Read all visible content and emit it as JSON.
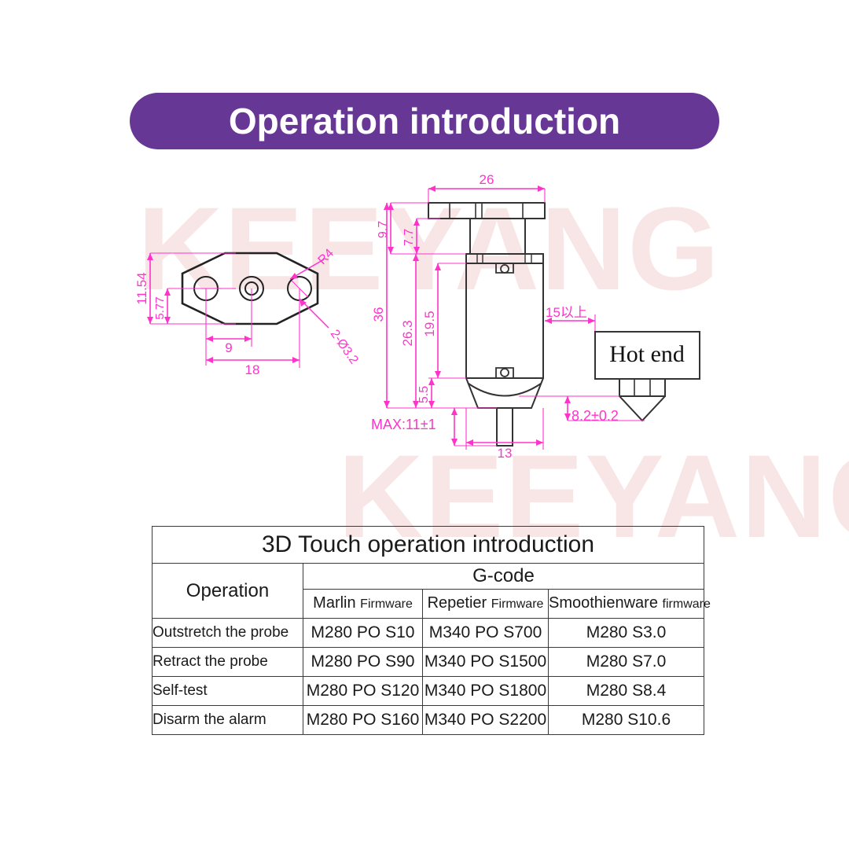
{
  "banner": {
    "title": "Operation introduction",
    "bg_color": "#663795",
    "text_color": "#ffffff"
  },
  "watermark": {
    "text_top": "KEEYANG",
    "text_bottom": "KEEYANG",
    "color": "#f6dede"
  },
  "drawings": {
    "plate": {
      "name": "mounting-plate-drawing",
      "dimensions": {
        "height_overall": "11.54",
        "height_hole": "5.77",
        "hole_spacing": "9",
        "width_holes": "18",
        "corner_radius": "R4",
        "hole_spec": "2-Ø3.2"
      }
    },
    "probe": {
      "name": "3d-touch-probe-drawing",
      "dimensions": {
        "top_width": "26",
        "top_to_body": "9.7",
        "stem_height": "7.7",
        "total_height": "36",
        "body_height": "26.3",
        "body_inner": "19.5",
        "cone_height": "5.5",
        "body_width": "13",
        "pin_stroke": "MAX:11±1",
        "clearance": "15以上"
      }
    },
    "hotend": {
      "name": "hot-end-block",
      "label": "Hot end",
      "nozzle_dim": "8.2±0.2"
    },
    "line_color": "#ff33cc",
    "outline_color": "#333333"
  },
  "table": {
    "title": "3D Touch operation introduction",
    "header": {
      "operation": "Operation",
      "gcode": "G-code",
      "firmwares": [
        {
          "main": "Marlin",
          "suffix": "Firmware"
        },
        {
          "main": "Repetier",
          "suffix": "Firmware"
        },
        {
          "main": "Smoothienware",
          "suffix": "firmware"
        }
      ]
    },
    "rows": [
      {
        "operation": "Outstretch the probe",
        "marlin": "M280 PO S10",
        "repetier": "M340 PO S700",
        "smoothienware": "M280 S3.0"
      },
      {
        "operation": "Retract the probe",
        "marlin": "M280 PO S90",
        "repetier": "M340 PO S1500",
        "smoothienware": "M280 S7.0"
      },
      {
        "operation": "Self-test",
        "marlin": "M280 PO S120",
        "repetier": "M340 PO S1800",
        "smoothienware": "M280 S8.4"
      },
      {
        "operation": "Disarm the alarm",
        "marlin": "M280 PO S160",
        "repetier": "M340 PO S2200",
        "smoothienware": "M280 S10.6"
      }
    ]
  }
}
